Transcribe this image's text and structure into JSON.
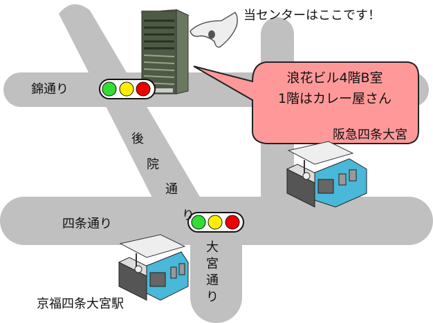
{
  "title": "当センター周辺地図",
  "pointer_caption": "当センターはここです！",
  "callout": {
    "line1": "浪花ビル4階B室",
    "line2": "1階はカレー屋さん",
    "fill": "#ff9999"
  },
  "streets": {
    "nishiki": "錦通り",
    "goin": [
      "後",
      "院",
      "通",
      "り"
    ],
    "shijo": "四条通り",
    "omiya": [
      "大",
      "宮",
      "通",
      "り"
    ]
  },
  "stations": {
    "hankyu": "阪急四条大宮",
    "keifuku": "京福四条大宮駅"
  },
  "colors": {
    "road": "#c0c0c0",
    "building": "#5a6650",
    "train": "#4ab8d8",
    "signal_green": "#33dd33",
    "signal_yellow": "#ffee00",
    "signal_red": "#ee0000"
  },
  "icons": {
    "building": "building-icon",
    "hand": "pointing-hand-icon",
    "signal": "traffic-light-icon",
    "station": "train-station-icon"
  }
}
